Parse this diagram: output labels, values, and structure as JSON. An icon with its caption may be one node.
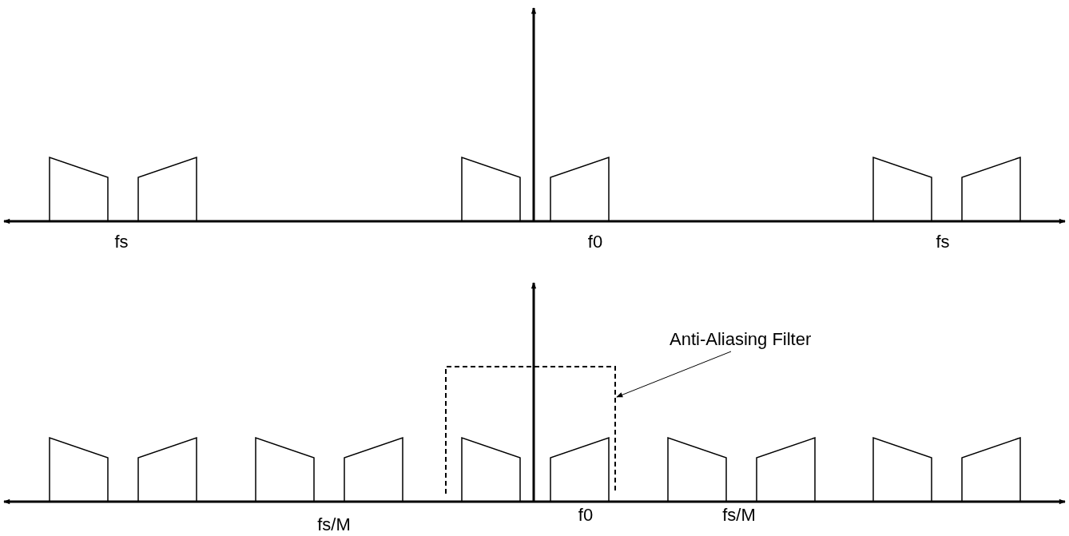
{
  "diagram": {
    "nodes": [
      {
        "text": [
          "Anti-Aliasing Filter"
        ]
      },
      {
        "text": [],
        "shape": "box"
      }
    ],
    "edges": [
      {
        "from": 0,
        "to": 1,
        "arrow": "to"
      }
    ],
    "labels": [
      "fs",
      "f0",
      "fs",
      "fs/M",
      "f0",
      "fs/M"
    ]
  }
}
